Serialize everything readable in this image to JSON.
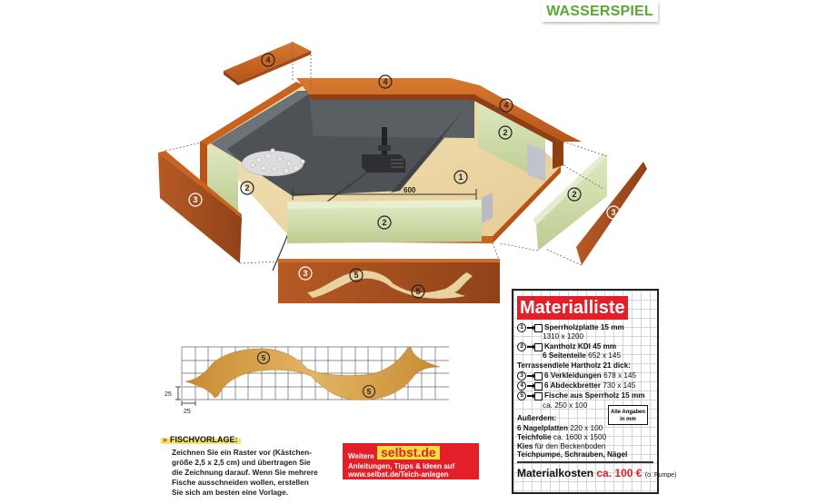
{
  "header": {
    "title": "WASSERSPIEL"
  },
  "diagram": {
    "labels": {
      "bottom_plate": "1",
      "side_part": "2",
      "cladding": "3",
      "cover_board": "4",
      "fish": "5"
    },
    "dimension_label": "600",
    "colors": {
      "cover_wood": "#c8621e",
      "cladding_wood": "#a9501f",
      "kantholz": "#cfdcab",
      "plywood": "#ecd9a8",
      "liner": "#555a5e",
      "fish_wood": "#d9a14a"
    }
  },
  "fish_template": {
    "grid_unit_x": "25",
    "grid_unit_y": "25",
    "fish_label": "5",
    "heading": "FISCHVORLAGE:",
    "body_lines": [
      "Zeichnen Sie ein Raster vor (Kästchen-",
      "größe 2,5 x 2,5 cm) und übertragen Sie",
      "die Zeichnung darauf. Wenn Sie mehrere",
      "Fische ausschneiden wollen, erstellen",
      "Sie sich am besten eine Vorlage."
    ]
  },
  "promo": {
    "prefix": "Weitere",
    "logo": "selbst.de",
    "line2": "Anleitungen, Tipps & Ideen auf",
    "line3": "www.selbst.de/Teich-anlegen"
  },
  "materialliste": {
    "title": "Materialliste",
    "items": [
      {
        "num": "1",
        "name": "Sperrholzplatte 15 mm",
        "detail": "1310 x 1200"
      },
      {
        "num": "2",
        "name": "Kantholz KDI 45 mm",
        "sub_bold": "6 Seitenteile",
        "detail": "652 x 145"
      },
      {
        "num": "3",
        "name": "6 Verkleidungen",
        "detail": "678 x 145"
      },
      {
        "num": "4",
        "name": "6 Abdeckbretter",
        "detail": "730 x 145"
      },
      {
        "num": "5",
        "name": "Fische aus Sperrholz 15 mm",
        "detail": "ca. 250 x 100"
      }
    ],
    "section_terrasse": "Terrassendiele Hartholz 21 dick:",
    "note": "Alle Angaben in mm",
    "ausserdem_title": "Außerdem:",
    "ausserdem": [
      {
        "bold": "6 Nagelplatten",
        "normal": "220 x 100"
      },
      {
        "bold": "Teichfolie",
        "normal": "ca. 1600 x 1500"
      },
      {
        "bold": "Kies",
        "normal": "für den Beckenboden"
      },
      {
        "bold": "Teichpumpe, Schrauben, Nägel",
        "normal": ""
      }
    ],
    "cost_label": "Materialkosten",
    "cost_value": "ca. 100 €",
    "cost_note": "(o. Pumpe)"
  }
}
